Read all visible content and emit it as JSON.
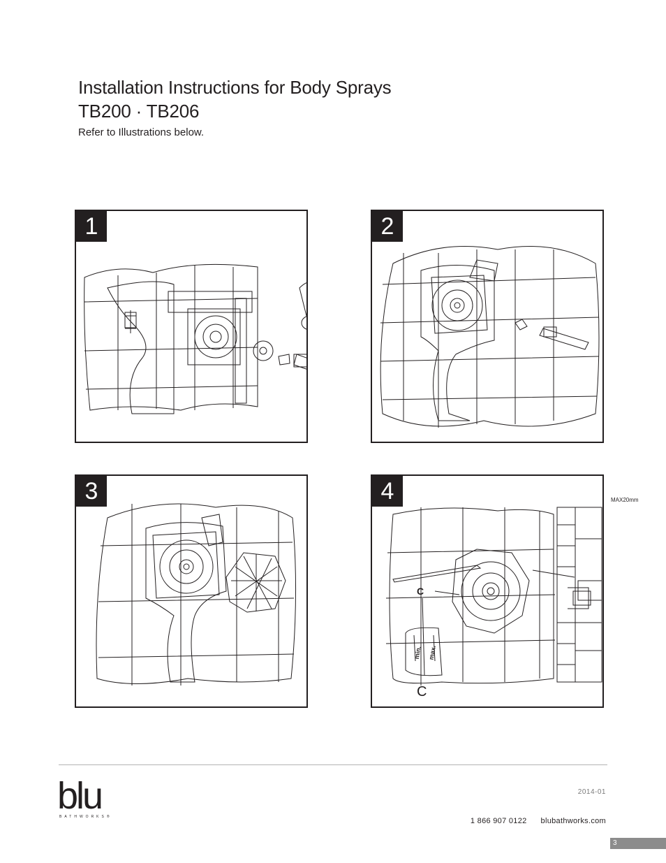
{
  "header": {
    "title_line1": "Installation Instructions for Body Sprays",
    "title_line2": "TB200 · TB206",
    "subtitle": "Refer to Illustrations below."
  },
  "steps": [
    {
      "number": "1"
    },
    {
      "number": "2"
    },
    {
      "number": "3"
    },
    {
      "number": "4"
    }
  ],
  "step4_labels": {
    "callout": "C",
    "callout_bottom": "C",
    "min": "min.",
    "max": "max.",
    "max_depth": "MAX20mm"
  },
  "footer": {
    "brand": "blu",
    "brand_sub": "BATHWORKS®",
    "date": "2014-01",
    "phone": "1 866 907 0122",
    "website": "blubathworks.com",
    "page": "3"
  },
  "colors": {
    "ink": "#231f20",
    "rule": "#b3b3b3",
    "page_tab": "#8c8c8c"
  }
}
